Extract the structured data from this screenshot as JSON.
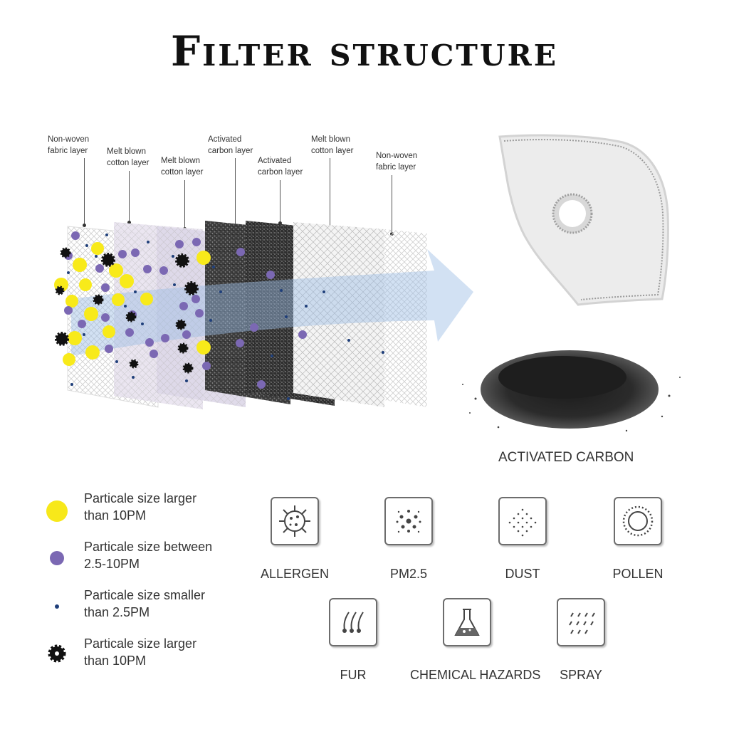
{
  "title": "Filter structure",
  "layers": [
    {
      "label_line1": "Non-woven",
      "label_line2": "fabric layer"
    },
    {
      "label_line1": "Melt blown",
      "label_line2": "cotton layer"
    },
    {
      "label_line1": "Melt blown",
      "label_line2": "cotton layer"
    },
    {
      "label_line1": "Activated",
      "label_line2": "carbon layer"
    },
    {
      "label_line1": "Activated",
      "label_line2": "carbon layer"
    },
    {
      "label_line1": "Melt blown",
      "label_line2": "cotton layer"
    },
    {
      "label_line1": "Non-woven",
      "label_line2": "fabric layer"
    }
  ],
  "carbon_caption": "ACTIVATED CARBON",
  "legend": [
    {
      "text1": "Particale size larger",
      "text2": "than 10PM",
      "color": "#f7e81a",
      "icon": "yellow-circle-icon"
    },
    {
      "text1": "Particale size between",
      "text2": "2.5-10PM",
      "color": "#7b68b3",
      "icon": "purple-circle-icon"
    },
    {
      "text1": "Particale size smaller",
      "text2": "than 2.5PM",
      "color": "#1f3f7a",
      "icon": "small-blue-dot-icon"
    },
    {
      "text1": "Particale size larger",
      "text2": "than 10PM",
      "color": "#111111",
      "icon": "black-gear-icon"
    }
  ],
  "hazards": [
    {
      "label": "ALLERGEN",
      "icon": "virus-icon"
    },
    {
      "label": "PM2.5",
      "icon": "dots-cluster-icon"
    },
    {
      "label": "DUST",
      "icon": "dust-icon"
    },
    {
      "label": "POLLEN",
      "icon": "pollen-icon"
    },
    {
      "label": "FUR",
      "icon": "fur-icon"
    },
    {
      "label": "CHEMICAL HAZARDS",
      "icon": "flask-icon"
    },
    {
      "label": "SPRAY",
      "icon": "spray-icon"
    }
  ]
}
